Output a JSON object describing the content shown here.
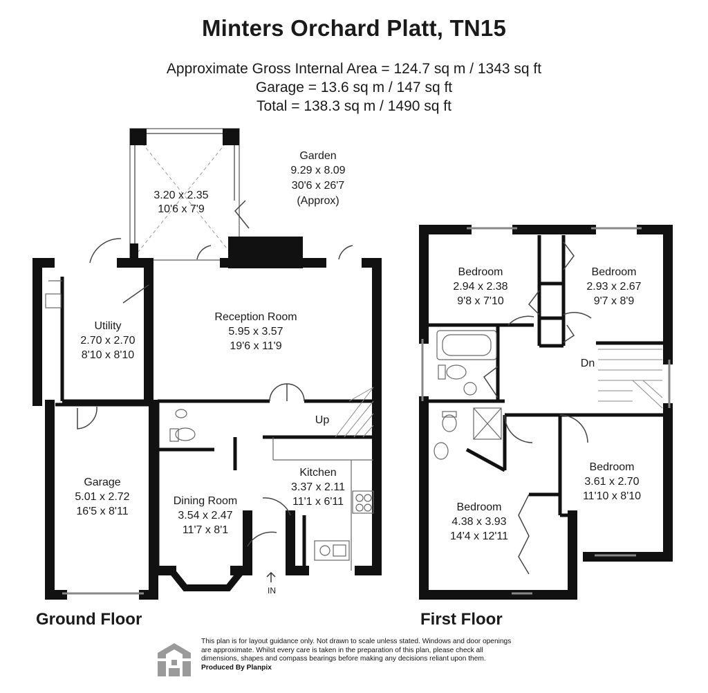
{
  "header": {
    "title": "Minters Orchard Platt, TN15",
    "area_lines": [
      "Approximate Gross Internal Area = 124.7 sq m / 1343 sq ft",
      "Garage = 13.6 sq m / 147 sq ft",
      "Total = 138.3 sq m / 1490 sq ft"
    ]
  },
  "ground_floor": {
    "label": "Ground Floor",
    "rooms": [
      {
        "name": "",
        "metric": "3.20 x 2.35",
        "imperial": "10'6 x 7'9"
      },
      {
        "name": "Garden",
        "metric": "9.29 x 8.09",
        "imperial": "30'6 x 26'7",
        "note": "(Approx)"
      },
      {
        "name": "Utility",
        "metric": "2.70 x 2.70",
        "imperial": "8'10 x 8'10"
      },
      {
        "name": "Reception Room",
        "metric": "5.95 x 3.57",
        "imperial": "19'6 x 11'9"
      },
      {
        "name": "Garage",
        "metric": "5.01 x 2.72",
        "imperial": "16'5 x 8'11"
      },
      {
        "name": "Dining Room",
        "metric": "3.54 x 2.47",
        "imperial": "11'7 x 8'1"
      },
      {
        "name": "Kitchen",
        "metric": "3.37 x 2.11",
        "imperial": "11'1 x 6'11"
      }
    ],
    "stairs_label": "Up",
    "entrance_label": "IN"
  },
  "first_floor": {
    "label": "First Floor",
    "rooms": [
      {
        "name": "Bedroom",
        "metric": "2.94 x 2.38",
        "imperial": "9'8 x 7'10"
      },
      {
        "name": "Bedroom",
        "metric": "2.93 x 2.67",
        "imperial": "9'7 x 8'9"
      },
      {
        "name": "Bedroom",
        "metric": "3.61 x 2.70",
        "imperial": "11'10 x 8'10"
      },
      {
        "name": "Bedroom",
        "metric": "4.38 x 3.93",
        "imperial": "14'4 x 12'11"
      }
    ],
    "stairs_label": "Dn"
  },
  "footer": {
    "disclaimer_lines": [
      "This plan is for layout guidance only. Not drawn to scale unless stated. Windows and door openings",
      "are approximate. Whilst every care is taken in the preparation of this plan, please check all",
      "dimensions, shapes and compass bearings before making any decisions reliant upon them."
    ],
    "produced_by": "Produced By Planpix",
    "logo_icon": "planpix-logo-icon"
  },
  "colors": {
    "wall": "#111111",
    "fixture": "#555555",
    "text": "#1a1a1a"
  }
}
